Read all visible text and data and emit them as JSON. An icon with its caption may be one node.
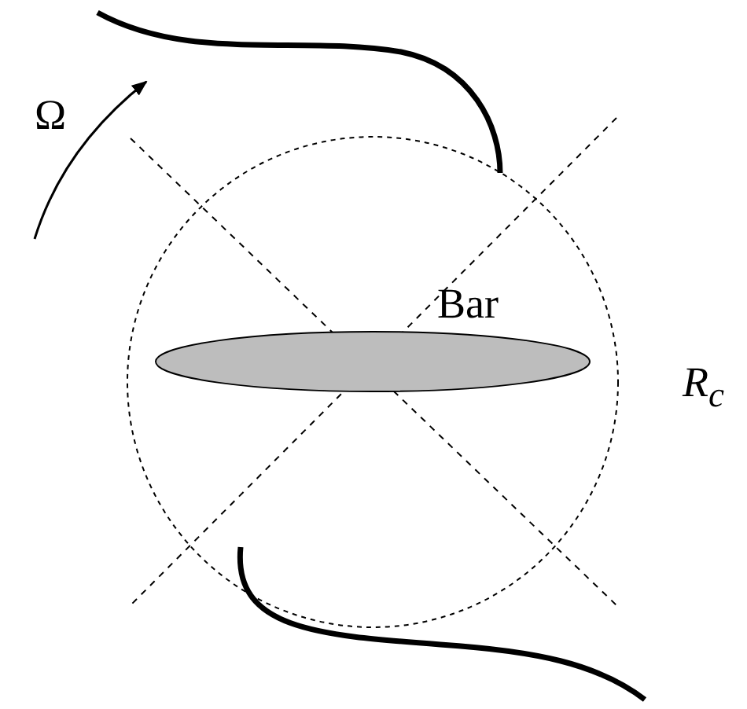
{
  "diagram": {
    "labels": [
      "Ω",
      "Bar",
      "R$_{c}$"
    ]
  }
}
